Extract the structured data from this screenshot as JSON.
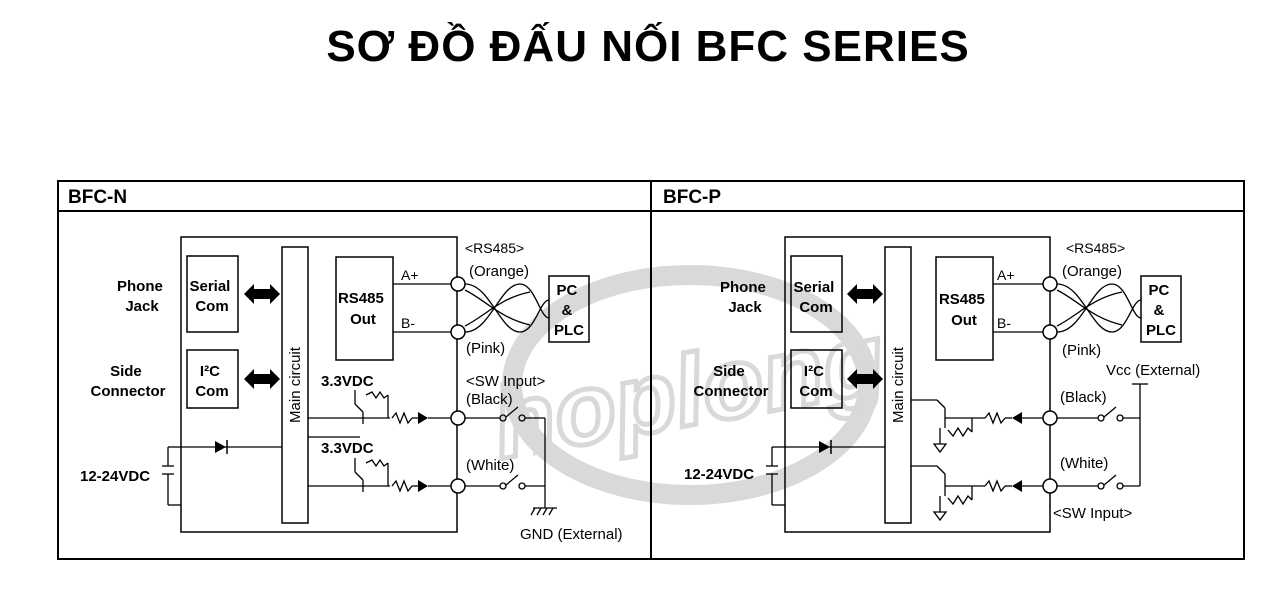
{
  "title": "SƠ ĐỒ ĐẤU NỐI BFC SERIES",
  "watermark": "hoplong",
  "colors": {
    "line": "#000000",
    "watermark": "#d9d9d9"
  },
  "panels": {
    "n": {
      "header": "BFC-N",
      "phone_jack": [
        "Phone",
        "Jack"
      ],
      "side_connector": [
        "Side",
        "Connector"
      ],
      "serial_com": [
        "Serial",
        "Com"
      ],
      "i2c_com": [
        "I²C",
        "Com"
      ],
      "main_circuit": "Main circuit",
      "rs485_out": [
        "RS485",
        "Out"
      ],
      "a_plus": "A+",
      "b_minus": "B-",
      "rs485_tag": "<RS485>",
      "orange": "(Orange)",
      "pink": "(Pink)",
      "pc_plc": [
        "PC",
        "&",
        "PLC"
      ],
      "supply": "12-24VDC",
      "vdc_1": "3.3VDC",
      "vdc_2": "3.3VDC",
      "sw_input": "<SW Input>",
      "black": "(Black)",
      "white": "(White)",
      "gnd": "GND (External)"
    },
    "p": {
      "header": "BFC-P",
      "phone_jack": [
        "Phone",
        "Jack"
      ],
      "side_connector": [
        "Side",
        "Connector"
      ],
      "serial_com": [
        "Serial",
        "Com"
      ],
      "i2c_com": [
        "I²C",
        "Com"
      ],
      "main_circuit": "Main circuit",
      "rs485_out": [
        "RS485",
        "Out"
      ],
      "a_plus": "A+",
      "b_minus": "B-",
      "rs485_tag": "<RS485>",
      "orange": "(Orange)",
      "pink": "(Pink)",
      "pc_plc": [
        "PC",
        "&",
        "PLC"
      ],
      "supply": "12-24VDC",
      "vcc": "Vcc (External)",
      "black": "(Black)",
      "white": "(White)",
      "sw_input": "<SW Input>"
    }
  }
}
